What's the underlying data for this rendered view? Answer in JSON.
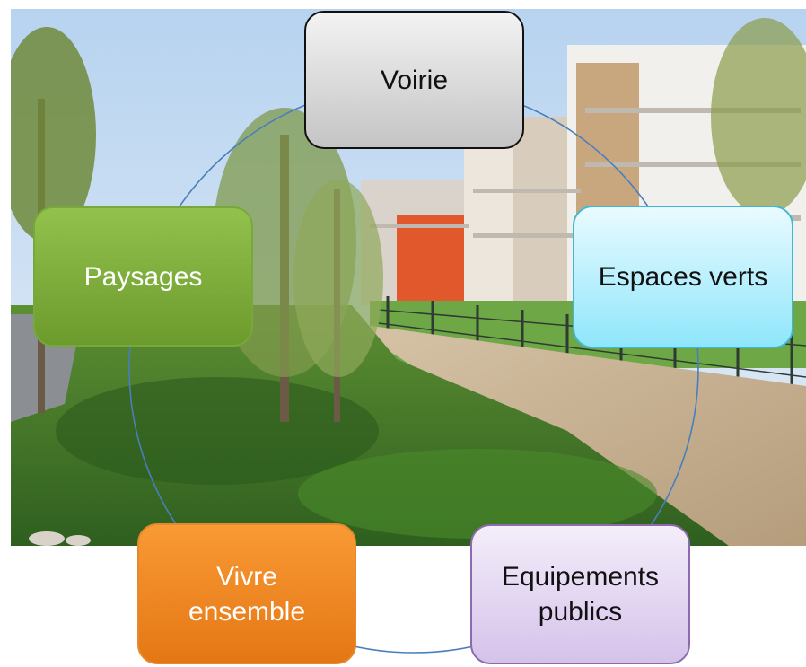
{
  "diagram": {
    "type": "cycle",
    "nodes": [
      {
        "id": "voirie",
        "label": "Voirie"
      },
      {
        "id": "espaces-verts",
        "label": "Espaces verts"
      },
      {
        "id": "equipements-publics",
        "label": "Equipements\npublics"
      },
      {
        "id": "vivre-ensemble",
        "label": "Vivre\nensemble"
      },
      {
        "id": "paysages",
        "label": "Paysages"
      }
    ],
    "connector_color": "#4a7ebb"
  },
  "background_photo": {
    "alt": "",
    "description_colors": {
      "sky": "#cfe2f5",
      "grass": "#3f7a2a",
      "path": "#c9b597",
      "building": "#e9e4dc",
      "accent_wall": "#e0582c"
    }
  }
}
